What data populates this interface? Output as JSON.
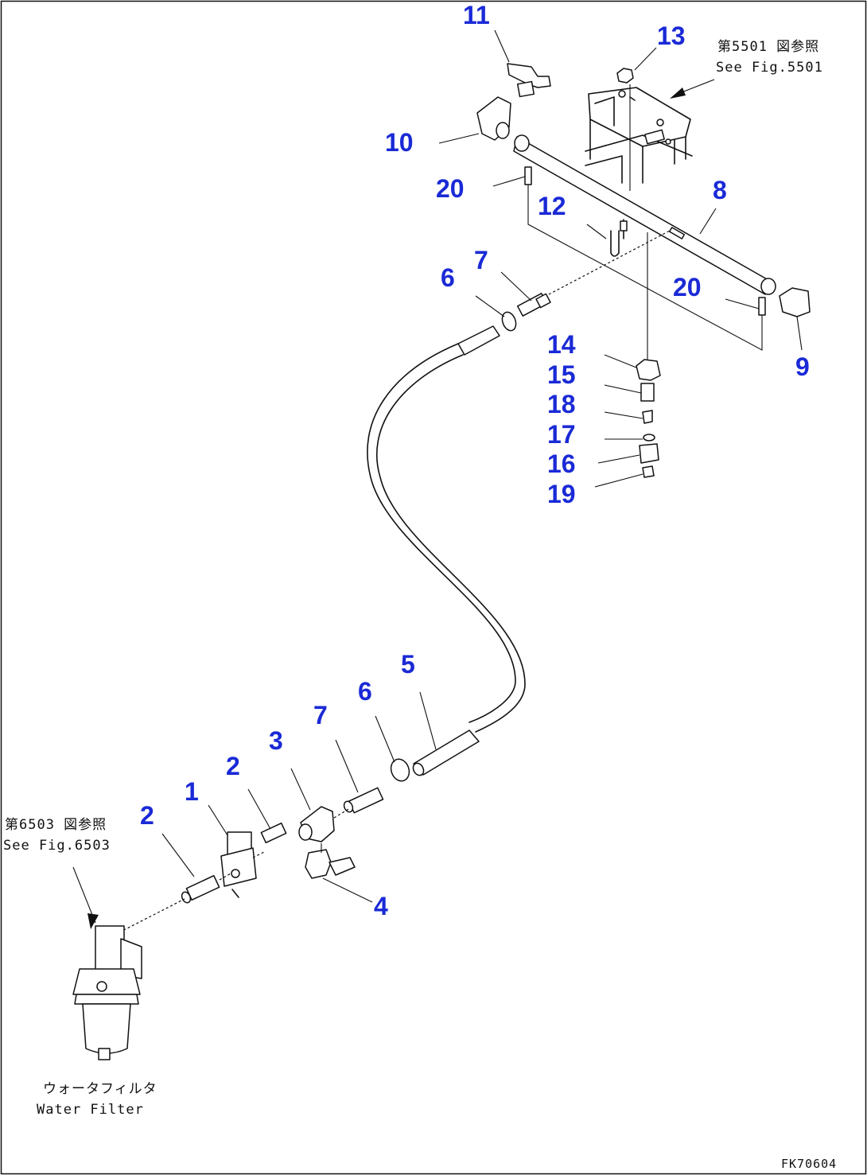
{
  "callouts": {
    "c1": "1",
    "c2a": "2",
    "c2b": "2",
    "c3": "3",
    "c4": "4",
    "c5": "5",
    "c6a": "6",
    "c6b": "6",
    "c7a": "7",
    "c7b": "7",
    "c8": "8",
    "c9": "9",
    "c10": "10",
    "c11": "11",
    "c12": "12",
    "c13": "13",
    "c14": "14",
    "c15": "15",
    "c16": "16",
    "c17": "17",
    "c18": "18",
    "c19": "19",
    "c20a": "20",
    "c20b": "20"
  },
  "notes": {
    "ref_5501_jp": "第5501 図参照",
    "ref_5501_en": "See Fig.5501",
    "ref_6503_jp": "第6503 図参照",
    "ref_6503_en": "See Fig.6503",
    "water_filter_jp": "ウォータフィルタ",
    "water_filter_en": "Water Filter"
  },
  "figure_code": "FK70604",
  "colors": {
    "callout": "#1a2ad6",
    "line": "#111111",
    "background": "#ffffff"
  }
}
